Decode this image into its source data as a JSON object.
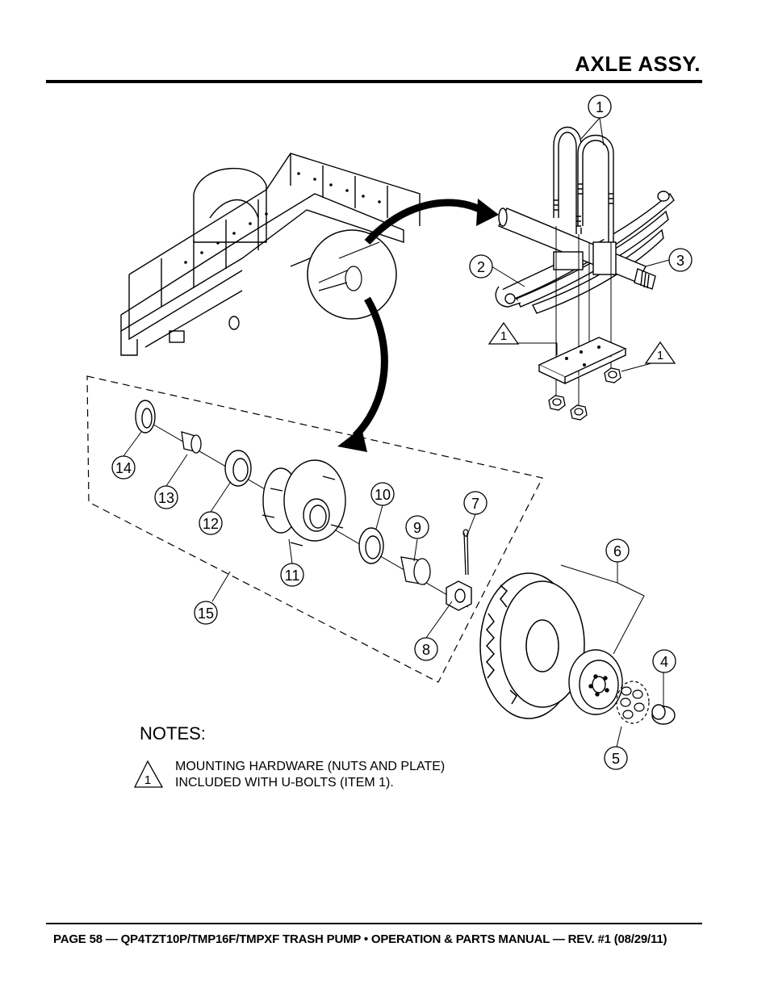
{
  "header": {
    "title": "AXLE ASSY."
  },
  "notes": {
    "title": "NOTES:",
    "items": [
      {
        "marker": "1",
        "lines": [
          "MOUNTING HARDWARE (NUTS AND PLATE)",
          "INCLUDED WITH U-BOLTS (ITEM 1)."
        ]
      }
    ]
  },
  "callouts": {
    "c1": "1",
    "c2": "2",
    "c3": "3",
    "c4": "4",
    "c5": "5",
    "c6": "6",
    "c7": "7",
    "c8": "8",
    "c9": "9",
    "c10": "10",
    "c11": "11",
    "c12": "12",
    "c13": "13",
    "c14": "14",
    "c15": "15",
    "tri_a": "1",
    "tri_b": "1"
  },
  "footer": {
    "text": "PAGE 58 — QP4TZT10P/TMP16F/TMPXF TRASH PUMP • OPERATION & PARTS MANUAL — REV. #1 (08/29/11)"
  }
}
